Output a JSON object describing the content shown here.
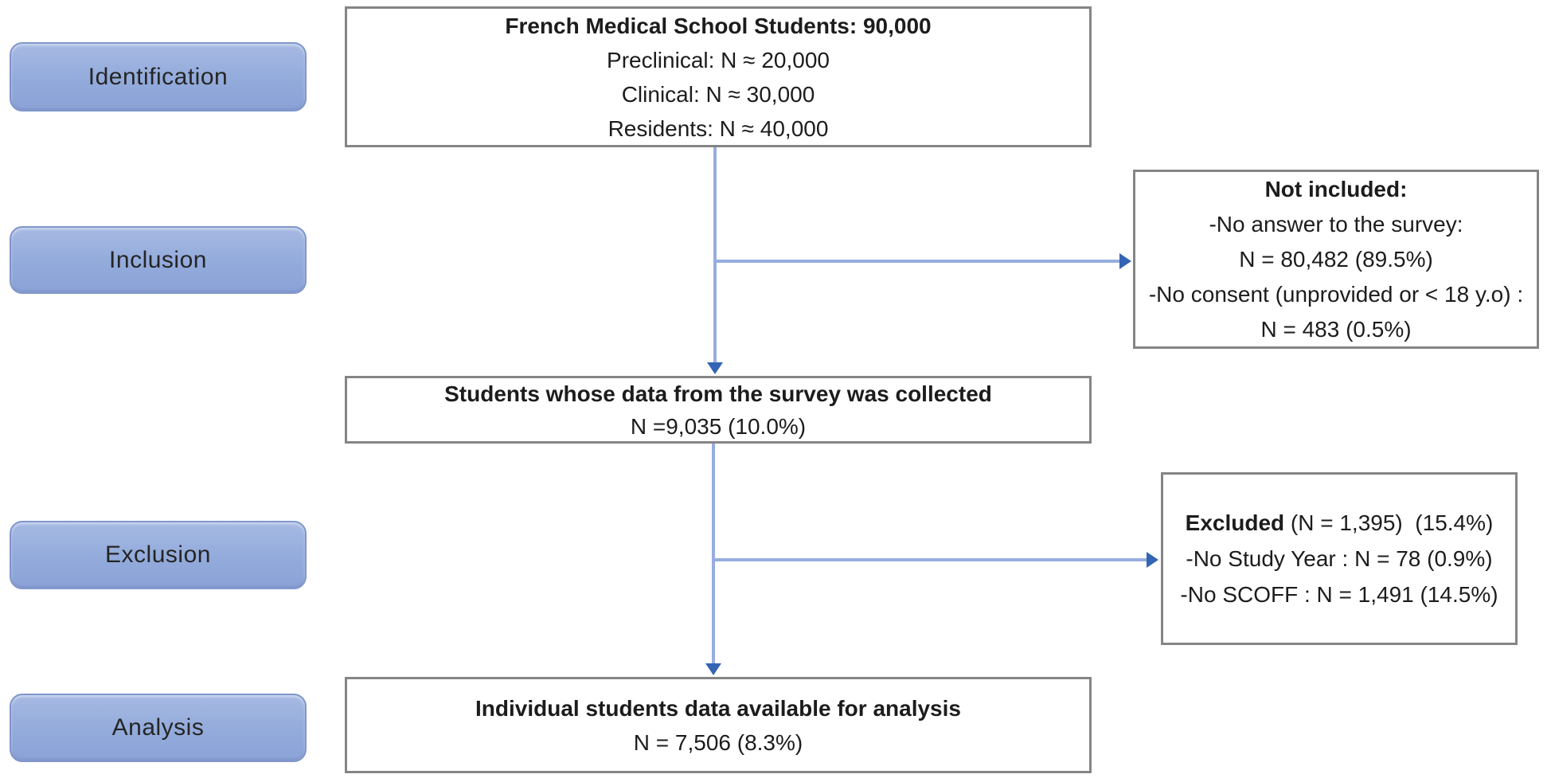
{
  "stages": [
    {
      "label": "Identification"
    },
    {
      "label": "Inclusion"
    },
    {
      "label": "Exclusion"
    },
    {
      "label": "Analysis"
    }
  ],
  "flow": {
    "population": {
      "title": "French Medical School Students: 90,000",
      "lines": [
        "Preclinical: N ≈ 20,000",
        "Clinical: N ≈ 30,000",
        "Residents: N ≈ 40,000"
      ]
    },
    "not_included": {
      "title": "Not included:",
      "lines": [
        "-No answer to the survey:",
        "N = 80,482 (89.5%)",
        "-No consent (unprovided or < 18 y.o) :",
        "N = 483 (0.5%)"
      ]
    },
    "collected": {
      "title": "Students whose data from the survey was collected",
      "n_line": "N =9,035 (10.0%)"
    },
    "excluded": {
      "title_bold": "Excluded",
      "title_rest": " (N = 1,395)  (15.4%)",
      "lines": [
        "-No Study Year : N = 78 (0.9%)",
        "-No SCOFF : N = 1,491 (14.5%)"
      ]
    },
    "analysis": {
      "title": "Individual students data available for analysis",
      "n_line": "N = 7,506 (8.3%)"
    }
  },
  "colors": {
    "stage_fill_top": "#A6B9E3",
    "stage_fill_bottom": "#8AA2D6",
    "stage_border": "#8096CC",
    "box_border": "#858585",
    "connector_line": "#96ADDF",
    "connector_arrow": "#3465B4",
    "text": "#1C1C1C",
    "background": "#FFFFFF"
  }
}
